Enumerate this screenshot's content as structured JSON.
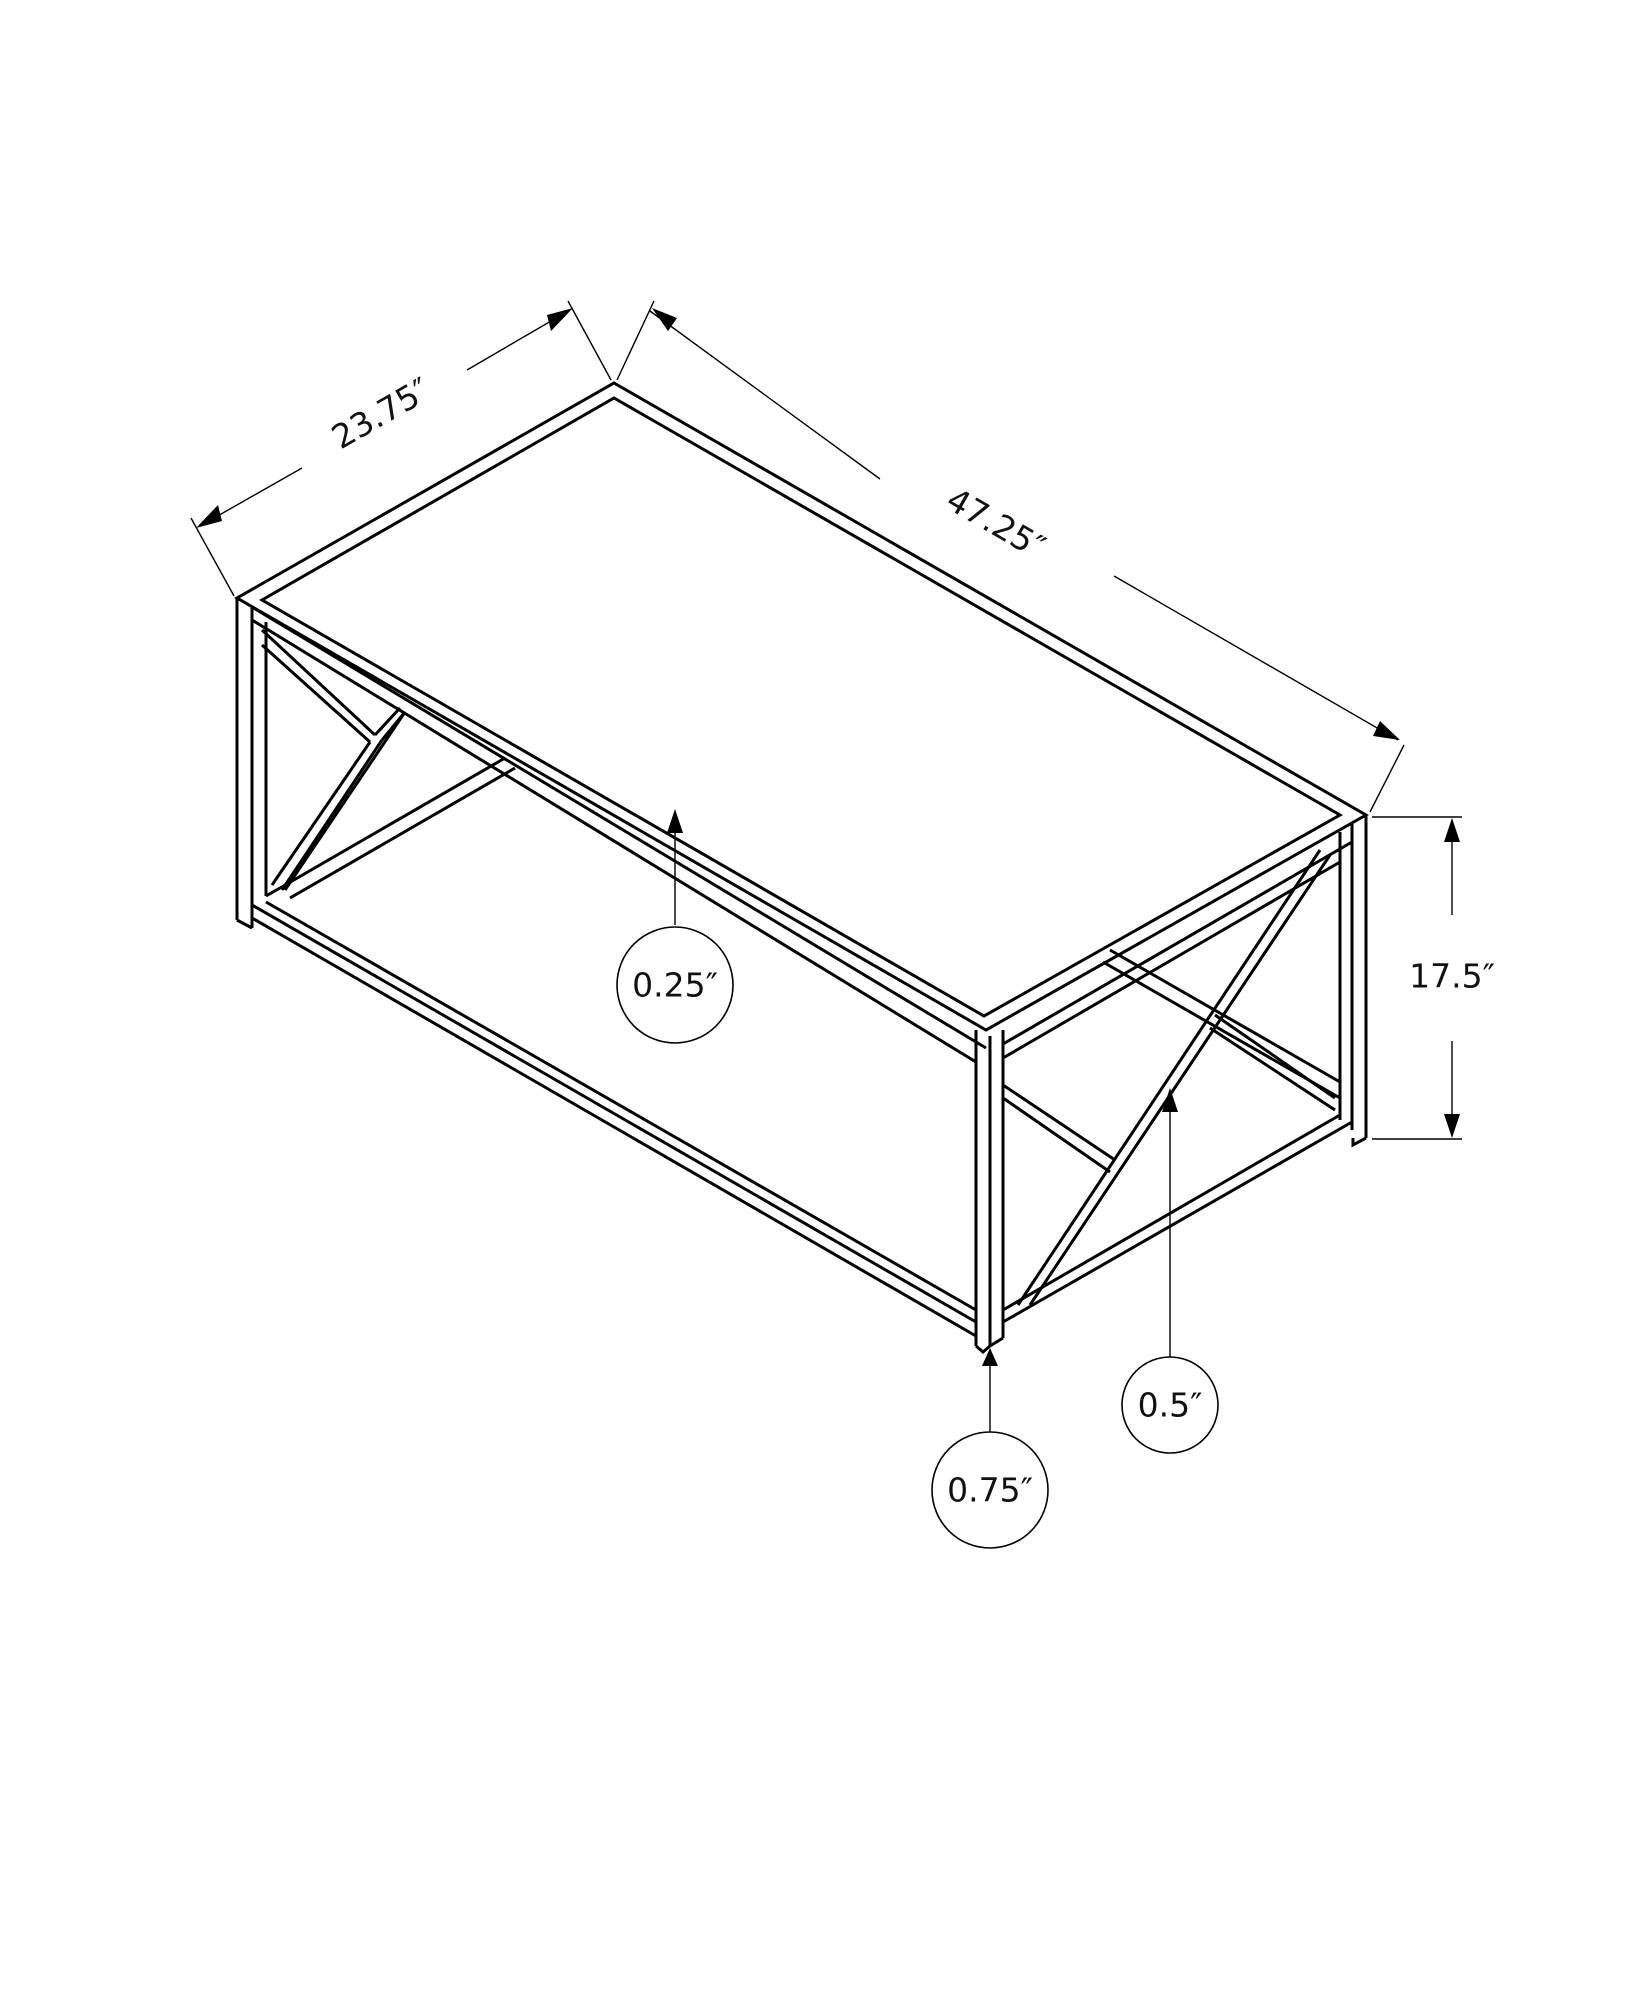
{
  "diagram": {
    "title": "Coffee table dimension drawing",
    "background": "#ffffff",
    "line_color": "#000000",
    "dimensions": {
      "width": {
        "label": "23.75″",
        "value": 23.75,
        "unit": "in"
      },
      "length": {
        "label": "47.25″",
        "value": 47.25,
        "unit": "in"
      },
      "height": {
        "label": "17.5″",
        "value": 17.5,
        "unit": "in"
      }
    },
    "callouts": [
      {
        "id": "top-thickness",
        "label": "0.25″",
        "value": 0.25,
        "unit": "in"
      },
      {
        "id": "leg-width",
        "label": "0.75″",
        "value": 0.75,
        "unit": "in"
      },
      {
        "id": "brace-width",
        "label": "0.5″",
        "value": 0.5,
        "unit": "in"
      }
    ]
  }
}
